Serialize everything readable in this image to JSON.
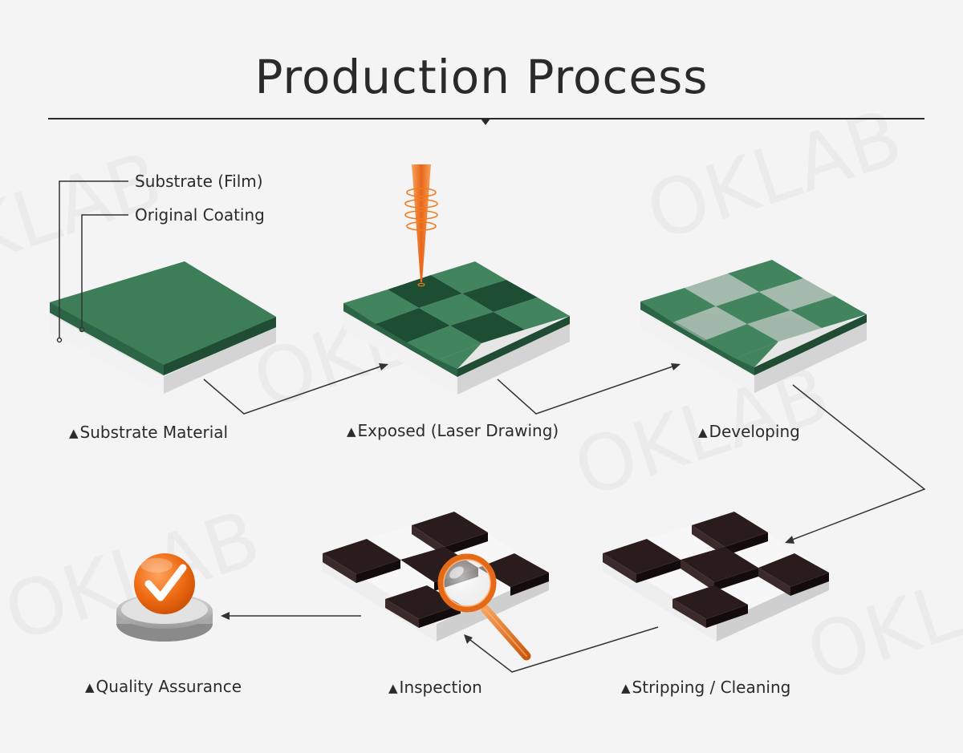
{
  "title": "Production Process",
  "watermark": "OKLAB",
  "callouts": {
    "substrate_film": "Substrate (Film)",
    "original_coating": "Original Coating"
  },
  "steps": [
    {
      "id": "substrate-material",
      "label": "Substrate Material"
    },
    {
      "id": "exposed",
      "label": "Exposed (Laser Drawing)"
    },
    {
      "id": "developing",
      "label": "Developing"
    },
    {
      "id": "stripping",
      "label": "Stripping / Cleaning"
    },
    {
      "id": "inspection",
      "label": "Inspection"
    },
    {
      "id": "quality-assurance",
      "label": "Quality Assurance"
    }
  ],
  "marker": "▲",
  "colors": {
    "background": "#f4f4f4",
    "coating_green": "#3c7d58",
    "exposed_green": "#1d4d33",
    "chrome_dark": "#2a1c1c",
    "laser_orange": "#f07a1e",
    "check_orange": "#ee6a12",
    "line": "#333333"
  }
}
